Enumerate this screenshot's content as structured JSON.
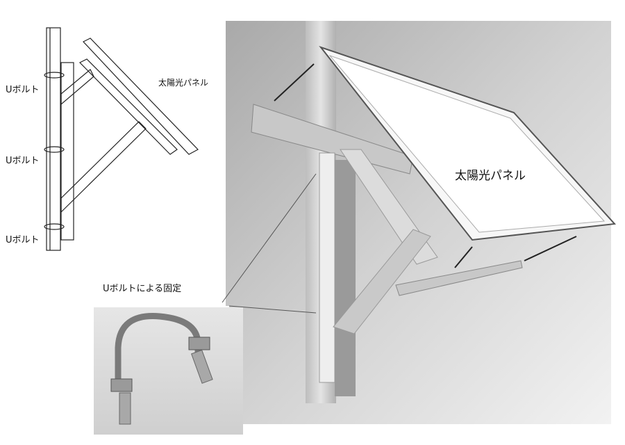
{
  "drawing": {
    "ubolt_labels": [
      "Uボルト",
      "Uボルト",
      "Uボルト"
    ],
    "panel_label": "太陽光パネル"
  },
  "photo": {
    "panel_label": "太陽光パネル"
  },
  "ubolt_photo": {
    "caption": "Uボルトによる固定"
  }
}
